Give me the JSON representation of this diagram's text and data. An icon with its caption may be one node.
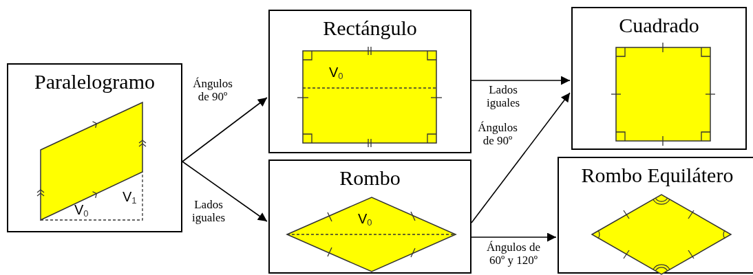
{
  "diagram": {
    "nodes": [
      {
        "text": [
          "Paralelogramo"
        ]
      },
      {
        "text": [
          "Rectángulo"
        ]
      },
      {
        "text": [
          "Cuadrado"
        ]
      },
      {
        "text": [
          "Rombo"
        ]
      },
      {
        "text": [
          "Rombo Equilátero"
        ]
      }
    ],
    "edges": [
      {
        "from": 0,
        "to": 1,
        "arrow": "to",
        "label": "Ángulos de 90º"
      },
      {
        "from": 0,
        "to": 3,
        "arrow": "to",
        "label": "Lados iguales"
      },
      {
        "from": 1,
        "to": 2,
        "arrow": "to",
        "label": "Lados iguales"
      },
      {
        "from": 3,
        "to": 2,
        "arrow": "to",
        "label": "Ángulos de 90º"
      },
      {
        "from": 3,
        "to": 4,
        "arrow": "to",
        "label": "Ángulos de 60º y 120º"
      }
    ],
    "labels": [
      "V$_{1}$",
      "V$_{0}$",
      "V$_{0}$",
      "V$_{0}$"
    ]
  }
}
